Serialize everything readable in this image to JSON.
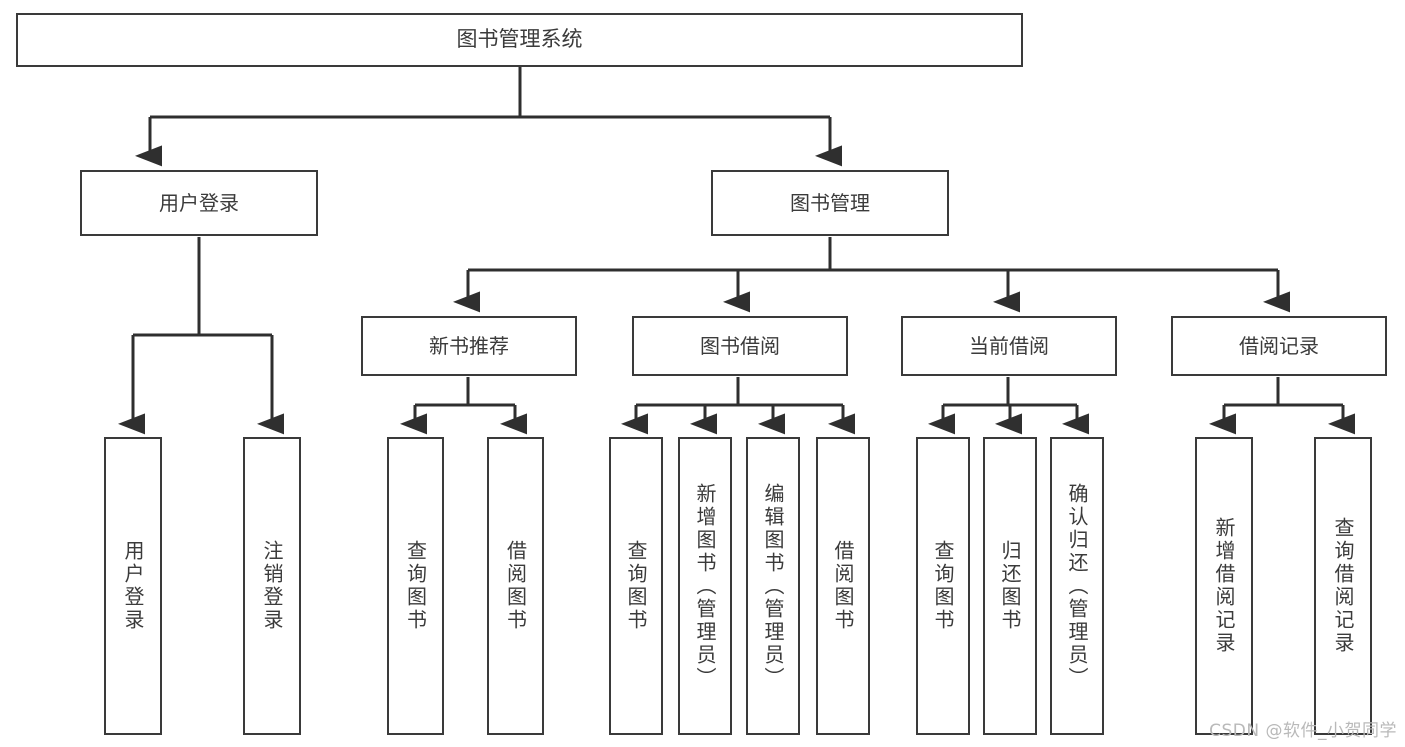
{
  "diagram": {
    "type": "tree",
    "title": "图书管理系统",
    "watermark": "CSDN @软件_小贺同学",
    "colors": {
      "background": "#ffffff",
      "box_border": "#3a3a3a",
      "text": "#3b3b3b",
      "edge": "#2f2f2f",
      "watermark": "#b9b9b9"
    },
    "root": {
      "label": "图书管理系统"
    },
    "level2": [
      {
        "label": "用户登录"
      },
      {
        "label": "图书管理"
      }
    ],
    "level3": [
      {
        "label": "新书推荐"
      },
      {
        "label": "图书借阅"
      },
      {
        "label": "当前借阅"
      },
      {
        "label": "借阅记录"
      }
    ],
    "leaves": {
      "user_login": [
        {
          "label": "用户登录"
        },
        {
          "label": "注销登录"
        }
      ],
      "new_book_recommend": [
        {
          "label": "查询图书"
        },
        {
          "label": "借阅图书"
        }
      ],
      "book_borrow": [
        {
          "label": "查询图书"
        },
        {
          "label": "新增图书（管理员）"
        },
        {
          "label": "编辑图书（管理员）"
        },
        {
          "label": "借阅图书"
        }
      ],
      "current_borrow": [
        {
          "label": "查询图书"
        },
        {
          "label": "归还图书"
        },
        {
          "label": "确认归还（管理员）"
        }
      ],
      "borrow_record": [
        {
          "label": "新增借阅记录"
        },
        {
          "label": "查询借阅记录"
        }
      ]
    }
  }
}
